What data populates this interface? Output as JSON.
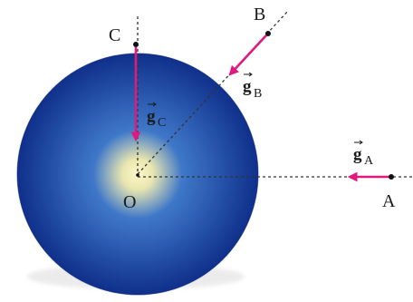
{
  "diagram": {
    "colors": {
      "sphere_center": "#fff6c8",
      "sphere_mid": "#3f78c9",
      "sphere_edge": "#0b2a86",
      "arrow": "#e0197f",
      "dashed_line": "#333333",
      "point": "#111111"
    },
    "labels": {
      "center": "O",
      "point_a": "A",
      "point_b": "B",
      "point_c": "C"
    },
    "vectors": {
      "g_a": {
        "symbol": "g",
        "subscript": "A"
      },
      "g_b": {
        "symbol": "g",
        "subscript": "B"
      },
      "g_c": {
        "symbol": "g",
        "subscript": "C"
      }
    }
  }
}
